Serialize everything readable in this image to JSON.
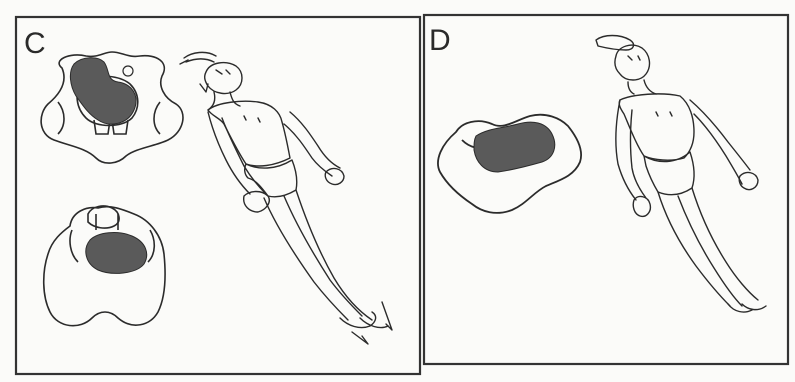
{
  "figure": {
    "panels": [
      {
        "id": "C",
        "label": "C"
      },
      {
        "id": "D",
        "label": "D"
      }
    ],
    "colors": {
      "ink": "#2b2b2b",
      "lesion": "#5a5a5a",
      "paper": "#fbfbf9"
    }
  }
}
